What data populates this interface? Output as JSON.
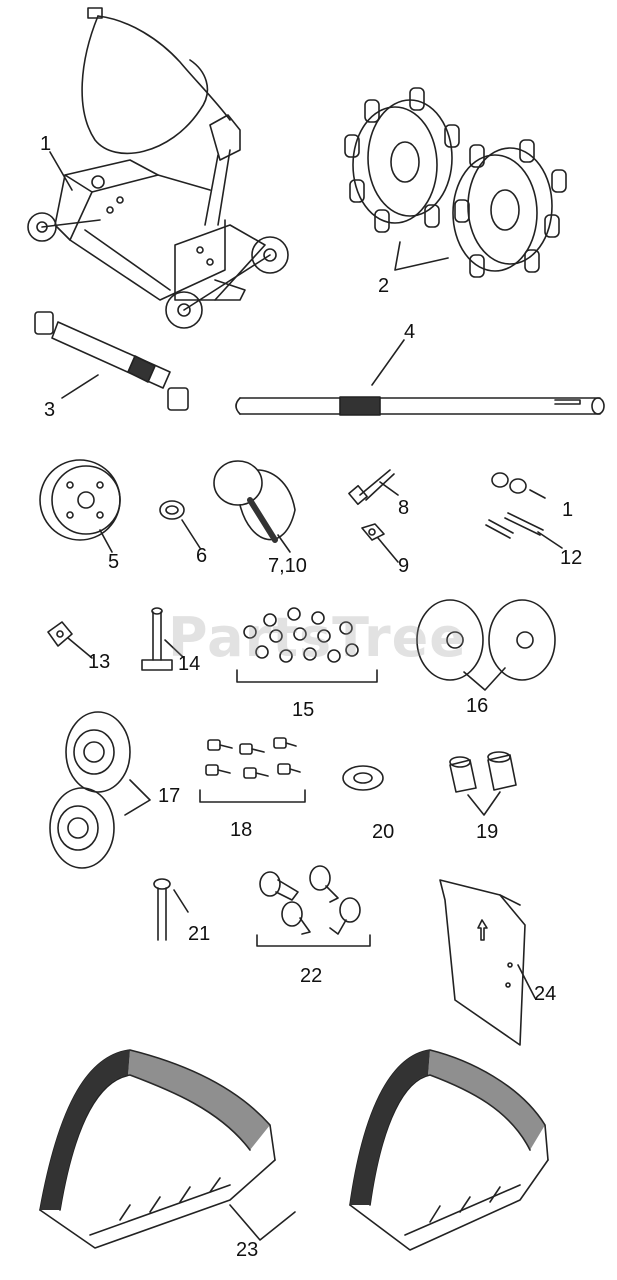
{
  "diagram": {
    "watermark": "PartsTree",
    "line_color": "#222222",
    "callouts": [
      {
        "id": "c1a",
        "label": "1",
        "part": "frame assembly"
      },
      {
        "id": "c2",
        "label": "2",
        "part": "drive sprockets"
      },
      {
        "id": "c3",
        "label": "3",
        "part": "axle tube"
      },
      {
        "id": "c4",
        "label": "4",
        "part": "drive shaft"
      },
      {
        "id": "c1b",
        "label": "1",
        "part": "washers"
      },
      {
        "id": "c5",
        "label": "5",
        "part": "gear"
      },
      {
        "id": "c6",
        "label": "6",
        "part": "washer"
      },
      {
        "id": "c710",
        "label": "7,10",
        "part": "bearing cap"
      },
      {
        "id": "c8",
        "label": "8",
        "part": "bolt"
      },
      {
        "id": "c9",
        "label": "9",
        "part": "nut"
      },
      {
        "id": "c12",
        "label": "12",
        "part": "pins"
      },
      {
        "id": "c13",
        "label": "13",
        "part": "clip"
      },
      {
        "id": "c14",
        "label": "14",
        "part": "carriage bolt"
      },
      {
        "id": "c15",
        "label": "15",
        "part": "nuts"
      },
      {
        "id": "c16",
        "label": "16",
        "part": "discs"
      },
      {
        "id": "c17",
        "label": "17",
        "part": "flange bearings"
      },
      {
        "id": "c18",
        "label": "18",
        "part": "bolts"
      },
      {
        "id": "c20",
        "label": "20",
        "part": "lock washer"
      },
      {
        "id": "c19",
        "label": "19",
        "part": "bushings"
      },
      {
        "id": "c21",
        "label": "21",
        "part": "screw"
      },
      {
        "id": "c22",
        "label": "22",
        "part": "bolts"
      },
      {
        "id": "c24",
        "label": "24",
        "part": "plate"
      },
      {
        "id": "c23",
        "label": "23",
        "part": "tracks"
      }
    ]
  }
}
